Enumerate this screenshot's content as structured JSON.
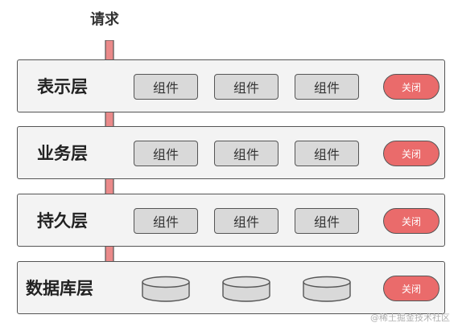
{
  "request_label": "请求",
  "component_label": "组件",
  "close_label": "关闭",
  "layers": [
    {
      "title": "表示层"
    },
    {
      "title": "业务层"
    },
    {
      "title": "持久层"
    },
    {
      "title": "数据库层"
    }
  ],
  "watermark": "@稀土掘金技术社区",
  "colors": {
    "arrow": "#ea8a8a",
    "close_button": "#ea6b6b",
    "component": "#d9d9d9",
    "layer_bg": "#f3f3f3"
  }
}
